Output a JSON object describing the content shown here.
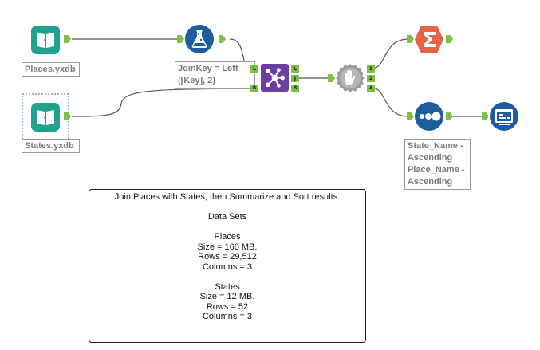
{
  "colors": {
    "input_tool": "#1fa38f",
    "formula_tool": "#1e5c9b",
    "join_tool": "#6b3fa0",
    "summarize_tool": "#e2654a",
    "sort_tool": "#1e5c9b",
    "browse_tool": "#1e5c9b",
    "anchor": "#7ec245",
    "wire": "#555555"
  },
  "tools": {
    "places_input": {
      "icon": "book-icon",
      "label": "Places.yxdb"
    },
    "states_input": {
      "icon": "book-icon",
      "label": "States.yxdb"
    },
    "formula": {
      "icon": "flask-icon",
      "label": "JoinKey = Left ([Key], 2)",
      "label_lines": [
        "JoinKey = Left",
        "([Key], 2)"
      ]
    },
    "join": {
      "icon": "join-icon",
      "input_tags": [
        "L",
        "R"
      ],
      "output_tags": [
        "L",
        "J",
        "R"
      ]
    },
    "block_until_done": {
      "icon": "hand-icon",
      "output_tags": [
        "1",
        "2",
        "3"
      ]
    },
    "summarize": {
      "icon": "sigma-icon"
    },
    "sort": {
      "icon": "sort-icon",
      "label_lines": [
        "State_Name -",
        "Ascending",
        "Place_Name -",
        "Ascending"
      ]
    },
    "browse": {
      "icon": "browse-icon"
    }
  },
  "comment": {
    "lines": [
      "Join Places with States, then Summarize and Sort results.",
      "",
      "Data Sets",
      "",
      "Places",
      "Size = 160 MB.",
      "Rows = 29,512",
      "Columns = 3",
      "",
      "States",
      "Size = 12 MB.",
      "Rows = 52",
      "Columns = 3"
    ]
  }
}
